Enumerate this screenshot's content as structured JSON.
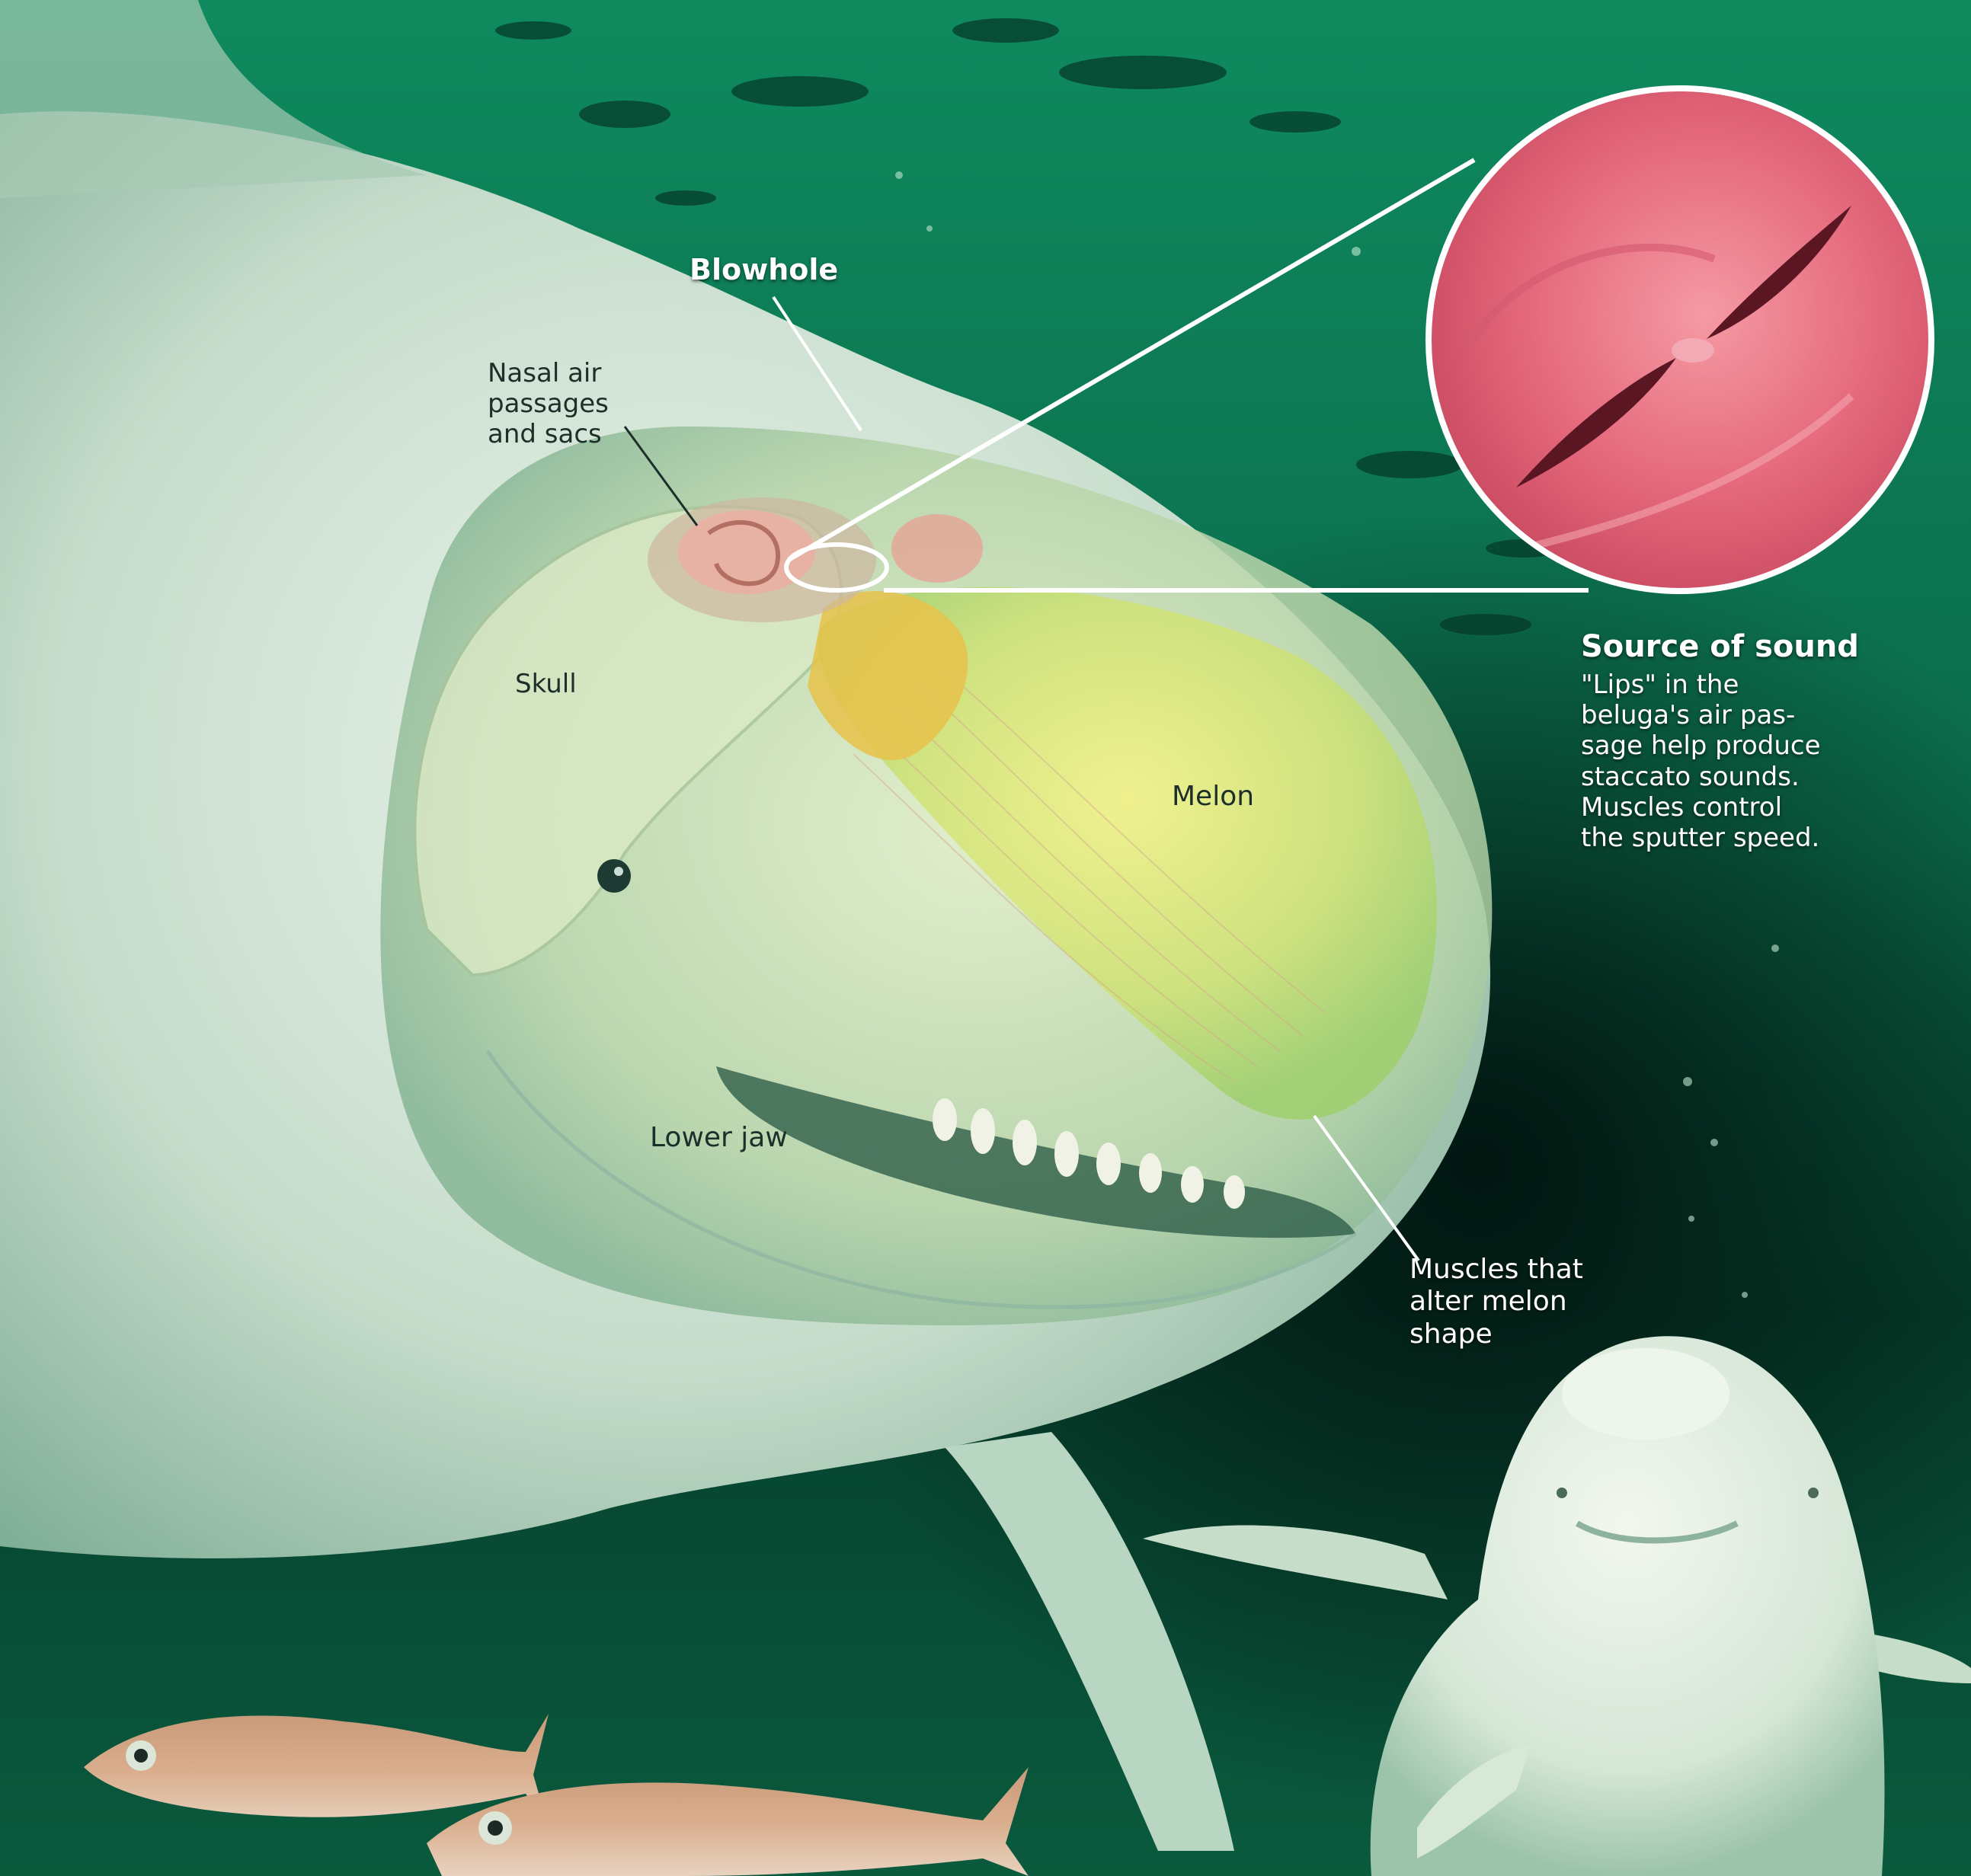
{
  "labels": {
    "blowhole": "Blowhole",
    "nasal": [
      "Nasal air",
      "passages",
      "and sacs"
    ],
    "skull": "Skull",
    "melon": "Melon",
    "lower_jaw": "Lower jaw",
    "muscles": [
      "Muscles that",
      "alter melon",
      "shape"
    ]
  },
  "callout": {
    "heading": "Source of sound",
    "body": [
      "\"Lips\" in the",
      "beluga's air pas-",
      "sage help produce",
      "staccato sounds.",
      "Muscles control",
      "the sputter speed."
    ]
  },
  "colors": {
    "water": "#0e6b4c",
    "water_dark": "#05241a",
    "beluga_body": "#d7e8dc",
    "melon": "#c9e27a",
    "inset_tissue": "#e8677a"
  }
}
